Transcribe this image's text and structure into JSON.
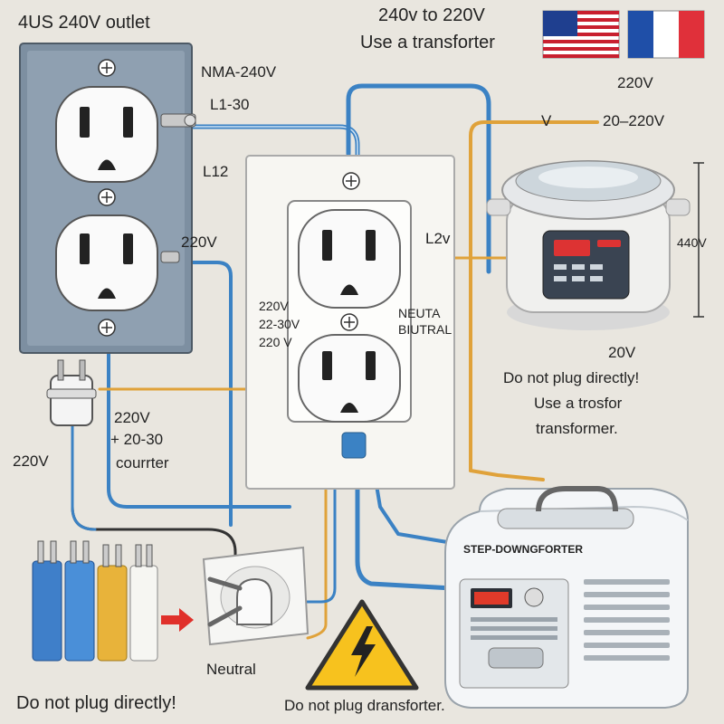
{
  "labels": {
    "us_outlet_title": "4US 240V outlet",
    "convert_line1": "240v to 220V",
    "convert_line2": "Use a transforter",
    "nma_240v": "NMA-240V",
    "l1_30": "L1-30",
    "l12": "L12",
    "v220_left": "220V",
    "cooker_220v": "220V",
    "cooker_voltage_range": "20–220V",
    "cooker_v_tick": "V",
    "cooker_height_440v": "440V",
    "cooker_20v": "20V",
    "warning_right_1": "Do not plug directly!",
    "warning_right_2": "Use a trosfor",
    "warning_right_3": "transformer.",
    "center_l2v": "L2v",
    "center_220v_1": "220V",
    "center_22_30v": "22-30V",
    "center_220v_2": "220 V",
    "center_neutral_1": "NEUTA",
    "center_neutral_2": "BIUTRAL",
    "plug_220v": "220V",
    "plug_range": "+ 20-30",
    "plug_counter": "courrter",
    "plug_220v_left": "220V",
    "transformer_label": "STEP-DOWNGFORTER",
    "neutral_bottom": "Neutral",
    "warning_bottom_left": "Do not plug directly!",
    "warning_bottom_center": "Do not plug  dransforter."
  },
  "flags": {
    "us": {
      "stripe_red": "#c8202f",
      "canton_blue": "#1f3f8f"
    },
    "fr": {
      "blue": "#1f4fa8",
      "white": "#ffffff",
      "red": "#e0303a"
    }
  },
  "wire_colors": {
    "blue": "#3b82c4",
    "orange": "#e0a23a",
    "black": "#333333"
  },
  "icons": [
    "screw-icon",
    "warning-triangle-icon",
    "arrow-right-icon",
    "lightning-icon"
  ]
}
